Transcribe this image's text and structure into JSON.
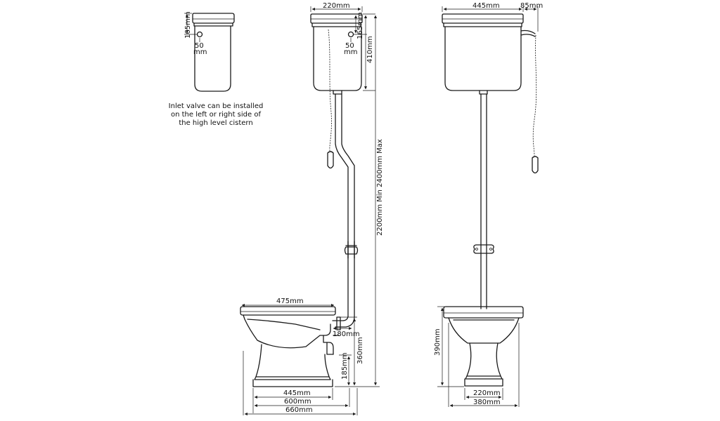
{
  "note": {
    "lines": [
      "Inlet valve can be installed",
      "on the left or right side of",
      "the high level cistern"
    ]
  },
  "inset_view": {
    "height_165": "165mm",
    "inlet_50": "50",
    "inlet_50_unit": "mm"
  },
  "side_view": {
    "cistern_depth": "220mm",
    "cistern_165": "165mm",
    "inlet_50": "50",
    "inlet_50_unit": "mm",
    "cistern_height": "410mm",
    "install_height": "2200mm Min  2400mm Max",
    "seat_depth": "475mm",
    "outlet_180": "180mm",
    "outlet_185": "185mm",
    "pan_height": "360mm",
    "base_445": "445mm",
    "pan_600": "600mm",
    "overall_660": "660mm"
  },
  "front_view": {
    "cistern_width": "445mm",
    "lever_85": "85mm",
    "pan_height": "390mm",
    "base_220": "220mm",
    "pan_380": "380mm"
  }
}
